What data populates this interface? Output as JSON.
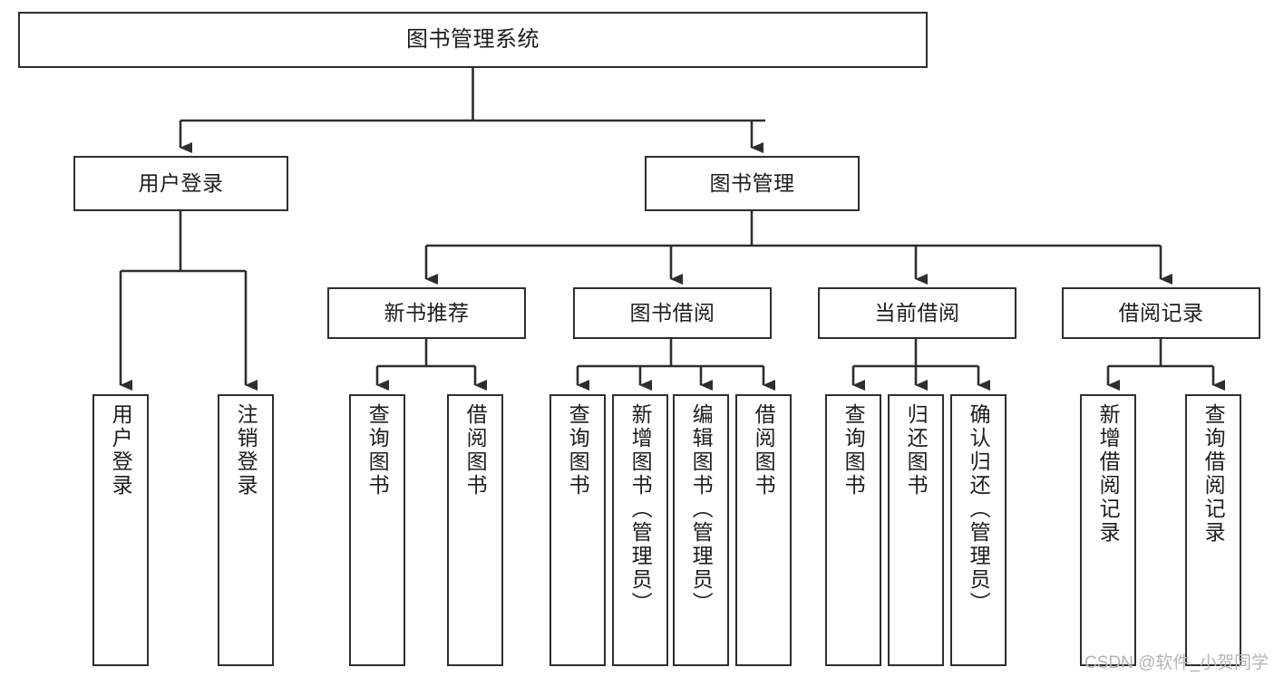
{
  "diagram": {
    "type": "tree",
    "title": "图书管理系统",
    "orientation": "top-down",
    "colors": {
      "stroke": "#2e2e2e",
      "fill": "#ffffff",
      "text": "#1d1d1d",
      "watermark": "#b4b4b4"
    },
    "nodes": {
      "root": {
        "label": "图书管理系统"
      },
      "level2": [
        {
          "id": "user-login",
          "label": "用户登录"
        },
        {
          "id": "book-manage",
          "label": "图书管理"
        }
      ],
      "level3": [
        {
          "id": "new-book-recommend",
          "label": "新书推荐"
        },
        {
          "id": "book-borrow",
          "label": "图书借阅"
        },
        {
          "id": "current-borrow",
          "label": "当前借阅"
        },
        {
          "id": "borrow-record",
          "label": "借阅记录"
        }
      ],
      "leaves": {
        "user_login": [
          {
            "id": "leaf-user-login",
            "label": "用户登录"
          },
          {
            "id": "leaf-logout-login",
            "label": "注销登录"
          }
        ],
        "new_book_recommend": [
          {
            "id": "leaf-query-book-1",
            "label": "查询图书"
          },
          {
            "id": "leaf-borrow-book-1",
            "label": "借阅图书"
          }
        ],
        "book_borrow": [
          {
            "id": "leaf-query-book-2",
            "label": "查询图书"
          },
          {
            "id": "leaf-add-book",
            "label": "新增图书（管理员）"
          },
          {
            "id": "leaf-edit-book",
            "label": "编辑图书（管理员）"
          },
          {
            "id": "leaf-borrow-book-2",
            "label": "借阅图书"
          }
        ],
        "current_borrow": [
          {
            "id": "leaf-query-book-3",
            "label": "查询图书"
          },
          {
            "id": "leaf-return-book",
            "label": "归还图书"
          },
          {
            "id": "leaf-confirm-return",
            "label": "确认归还（管理员）"
          }
        ],
        "borrow_record": [
          {
            "id": "leaf-add-record",
            "label": "新增借阅记录"
          },
          {
            "id": "leaf-query-record",
            "label": "查询借阅记录"
          }
        ]
      }
    }
  },
  "watermark": {
    "text": "CSDN @软件_小贺同学"
  }
}
